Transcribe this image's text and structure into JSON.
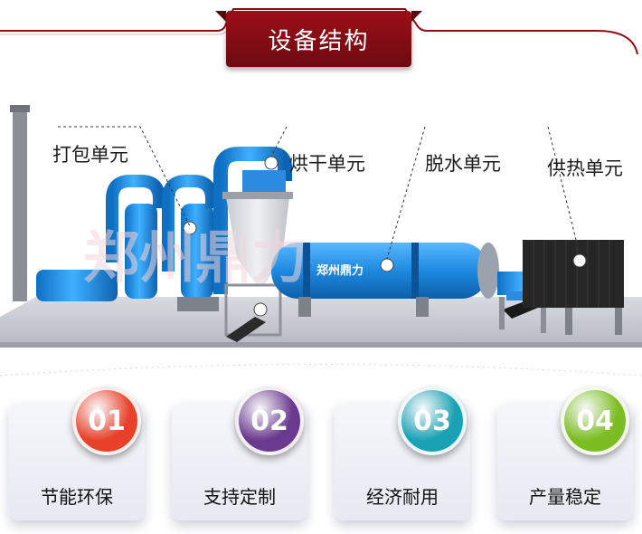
{
  "title": "设备结构",
  "units": {
    "packaging": "打包单元",
    "drying": "烘干单元",
    "dewatering": "脱水单元",
    "heating": "供热单元"
  },
  "watermark": "郑州鼎力",
  "drum_logo": "郑州鼎力",
  "features": [
    {
      "number": "01",
      "label": "节能环保",
      "color": "#e8412a"
    },
    {
      "number": "02",
      "label": "支持定制",
      "color": "#6a3a8e"
    },
    {
      "number": "03",
      "label": "经济耐用",
      "color": "#1aa1b4"
    },
    {
      "number": "04",
      "label": "产量稳定",
      "color": "#7bbd22"
    }
  ],
  "colors": {
    "title_bg": "#9b0f18",
    "equipment_blue": "#1f8fe0",
    "furnace": "#2a2a2a"
  }
}
